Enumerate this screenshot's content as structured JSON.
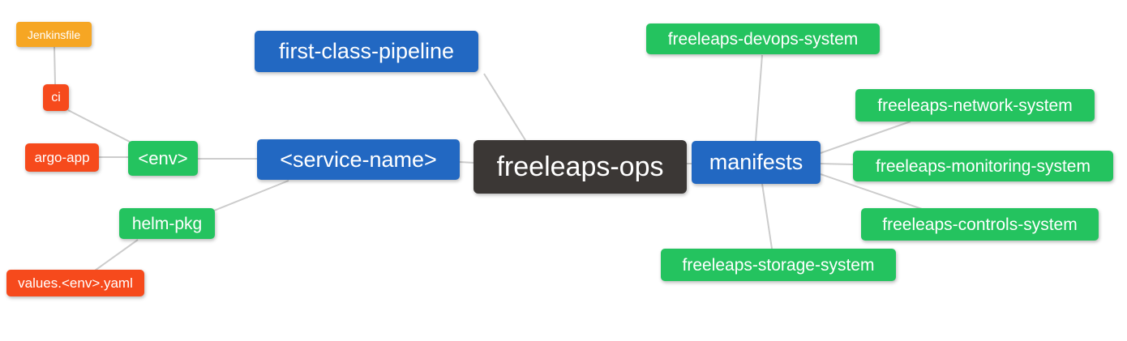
{
  "colors": {
    "blue": "#2268c2",
    "green": "#24c35f",
    "red": "#f64a1c",
    "orange": "#f6a623",
    "dark": "#3b3735",
    "edge": "#cccccc",
    "text": "#ffffff"
  },
  "diagram": {
    "type": "mindmap",
    "nodes": [
      {
        "id": "freeleaps-ops",
        "label": "freeleaps-ops",
        "role": "root",
        "color": "dark"
      },
      {
        "id": "first-class-pipeline",
        "label": "first-class-pipeline",
        "role": "branch",
        "color": "blue"
      },
      {
        "id": "service-name",
        "label": "<service-name>",
        "role": "branch",
        "color": "blue"
      },
      {
        "id": "manifests",
        "label": "manifests",
        "role": "branch",
        "color": "blue"
      },
      {
        "id": "env",
        "label": "<env>",
        "role": "child",
        "color": "green"
      },
      {
        "id": "helm-pkg",
        "label": "helm-pkg",
        "role": "child",
        "color": "green"
      },
      {
        "id": "ci",
        "label": "ci",
        "role": "leaf",
        "color": "red"
      },
      {
        "id": "argo-app",
        "label": "argo-app",
        "role": "leaf",
        "color": "red"
      },
      {
        "id": "jenkinsfile",
        "label": "Jenkinsfile",
        "role": "leaf",
        "color": "orange"
      },
      {
        "id": "values-env-yaml",
        "label": "values.<env>.yaml",
        "role": "leaf",
        "color": "red"
      },
      {
        "id": "devops-system",
        "label": "freeleaps-devops-system",
        "role": "child",
        "color": "green"
      },
      {
        "id": "network-system",
        "label": "freeleaps-network-system",
        "role": "child",
        "color": "green"
      },
      {
        "id": "monitoring-system",
        "label": "freeleaps-monitoring-system",
        "role": "child",
        "color": "green"
      },
      {
        "id": "controls-system",
        "label": "freeleaps-controls-system",
        "role": "child",
        "color": "green"
      },
      {
        "id": "storage-system",
        "label": "freeleaps-storage-system",
        "role": "child",
        "color": "green"
      }
    ],
    "edges": [
      {
        "from": "freeleaps-ops",
        "to": "first-class-pipeline"
      },
      {
        "from": "freeleaps-ops",
        "to": "service-name"
      },
      {
        "from": "freeleaps-ops",
        "to": "manifests"
      },
      {
        "from": "service-name",
        "to": "env"
      },
      {
        "from": "service-name",
        "to": "helm-pkg"
      },
      {
        "from": "env",
        "to": "ci"
      },
      {
        "from": "env",
        "to": "argo-app"
      },
      {
        "from": "ci",
        "to": "jenkinsfile"
      },
      {
        "from": "helm-pkg",
        "to": "values-env-yaml"
      },
      {
        "from": "manifests",
        "to": "devops-system"
      },
      {
        "from": "manifests",
        "to": "network-system"
      },
      {
        "from": "manifests",
        "to": "monitoring-system"
      },
      {
        "from": "manifests",
        "to": "controls-system"
      },
      {
        "from": "manifests",
        "to": "storage-system"
      }
    ]
  }
}
